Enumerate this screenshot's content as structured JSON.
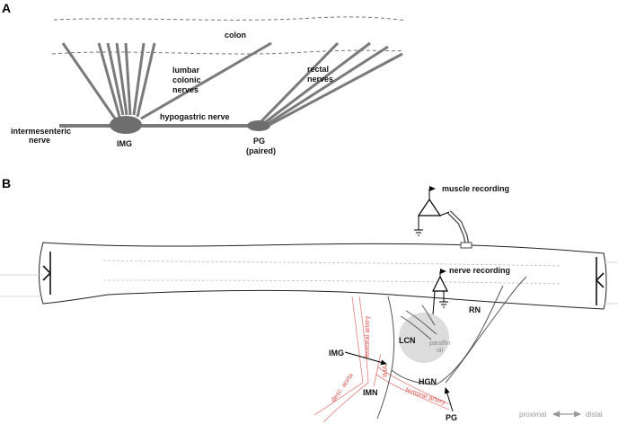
{
  "panel_a": {
    "label": "A",
    "colon": "colon",
    "lumbar_line1": "lumbar",
    "lumbar_line2": "colonic",
    "lumbar_line3": "nerves",
    "rectal_line1": "rectal",
    "rectal_line2": "nerves",
    "hypogastric": "hypogastric nerve",
    "intermesenteric_line1": "intermesenteric",
    "intermesenteric_line2": "nerve",
    "img": "IMG",
    "pg_line1": "PG",
    "pg_line2": "(paired)"
  },
  "panel_b": {
    "label": "B",
    "muscle_recording": "muscle recording",
    "nerve_recording": "nerve recording",
    "rn": "RN",
    "lcn": "LCN",
    "img": "IMG",
    "hgn": "HGN",
    "imn": "IMN",
    "pg": "PG",
    "paraffin_line1": "paraffin",
    "paraffin_line2": "oil",
    "femoral_artery_1": "femoral artery",
    "femoral_artery_2": "femoral artery",
    "ima": "IMA",
    "desc_aorta": "desc. aorta",
    "proximal": "proximal",
    "distal": "distal"
  },
  "colors": {
    "nerve": "#6b6b6b",
    "artery": "#d9534f",
    "oil": "#d9d9d9"
  }
}
